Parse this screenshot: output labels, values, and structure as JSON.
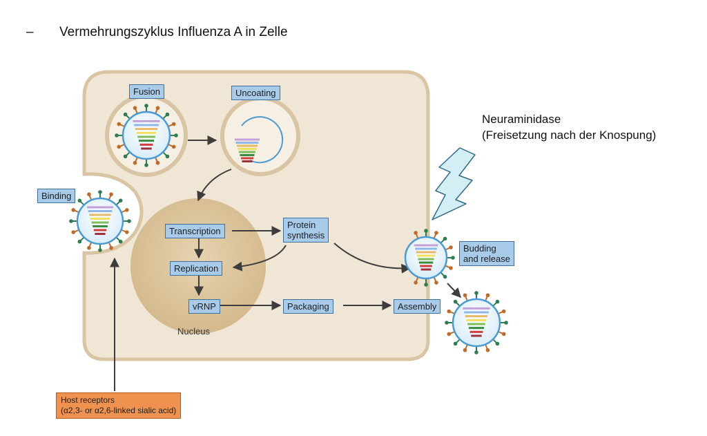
{
  "heading": {
    "bullet": "–",
    "title": "Vermehrungszyklus Influenza A in Zelle"
  },
  "stages": {
    "fusion": "Fusion",
    "uncoating": "Uncoating",
    "binding": "Binding",
    "transcription": "Transcription",
    "protein_synthesis_line1": "Protein",
    "protein_synthesis_line2": "synthesis",
    "replication": "Replication",
    "vrnp": "vRNP",
    "packaging": "Packaging",
    "assembly": "Assembly",
    "budding_line1": "Budding",
    "budding_line2": "and release"
  },
  "nucleus_label": "Nucleus",
  "host_receptors": {
    "line1": "Host receptors",
    "line2": "(α2,3- or α2,6-linked sialic acid)"
  },
  "callout": {
    "line1": "Neuraminidase",
    "line2": "(Freisetzung nach der Knospung)"
  },
  "colors": {
    "cell_fill": "#f0e6d6",
    "cell_border": "#d9c5a3",
    "nucleus": "#dcc59c",
    "virus_membrane": "#4a9bd4",
    "label_fill": "#a9cbea",
    "host_fill": "#f0924f",
    "lightning_fill": "#d3eef5",
    "lightning_stroke": "#2f6a86",
    "rna_colors": [
      "#c4a0d9",
      "#8fb8e8",
      "#e8b86a",
      "#f0e060",
      "#7fbf5a",
      "#3a8a3f",
      "#d33c3c",
      "#a0303a"
    ]
  }
}
